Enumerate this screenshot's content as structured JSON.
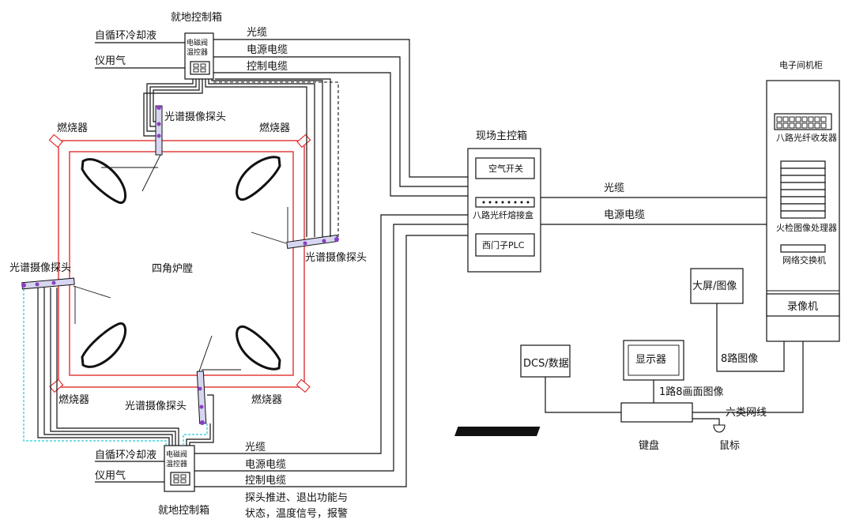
{
  "labels": {
    "top_local_box": "就地控制箱",
    "bottom_local_box": "就地控制箱",
    "valve_temp_top_line1": "电磁阀",
    "valve_temp_top_line2": "温控器",
    "valve_temp_bottom_line1": "电磁阀",
    "valve_temp_bottom_line2": "温控器",
    "coolant_top": "自循环冷却液",
    "coolant_bottom": "自循环冷却液",
    "instrument_air_top": "仪用气",
    "instrument_air_bottom": "仪用气",
    "fiber_top": "光缆",
    "power_top": "电源电缆",
    "control_top": "控制电缆",
    "fiber_bottom": "光缆",
    "power_bottom": "电源电缆",
    "control_bottom": "控制电缆",
    "note_line1": "探头推进、退出功能与",
    "note_line2": "状态，温度信号，报警",
    "probe_top": "光谱摄像探头",
    "probe_right": "光谱摄像探头",
    "probe_left": "光谱摄像探头",
    "probe_bottom": "光谱摄像探头",
    "burner_tl": "燃烧器",
    "burner_tr": "燃烧器",
    "burner_bl": "燃烧器",
    "burner_br": "燃烧器",
    "furnace": "四角炉膛",
    "main_box_title": "现场主控箱",
    "air_switch": "空气开关",
    "fiber_splice": "八路光纤熔接盒",
    "plc": "西门子PLC",
    "link_fiber": "光缆",
    "link_power": "电源电缆",
    "cabinet_title": "电子间机柜",
    "fiber_transceiver": "八路光纤收发器",
    "flame_processor": "火检图像处理器",
    "network_switch": "网络交换机",
    "recorder": "录像机",
    "big_screen": "大屏/图像",
    "eight_images": "8路图像",
    "dcs": "DCS/数据",
    "monitor": "显示器",
    "one_to_eight": "1路8画面图像",
    "cat6": "六类网线",
    "keyboard": "键盘",
    "mouse": "鼠标"
  }
}
